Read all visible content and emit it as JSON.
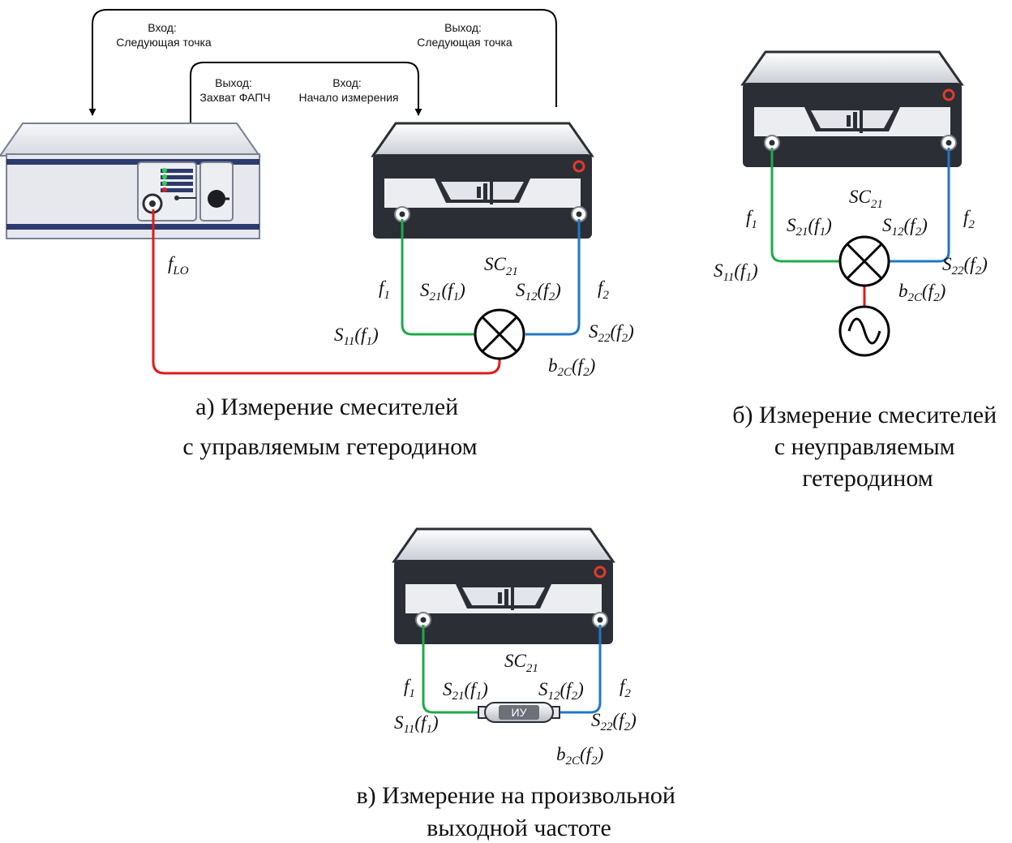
{
  "control_labels": {
    "in_next_point": [
      "Вход:",
      "Следующая точка"
    ],
    "out_next_point": [
      "Выход:",
      "Следующая точка"
    ],
    "out_pll_lock": [
      "Выход:",
      "Захват ФАПЧ"
    ],
    "in_measure_start": [
      "Вход:",
      "Начало измерения"
    ]
  },
  "signal_labels": {
    "f_lo": [
      "f",
      "LO"
    ],
    "sc21": [
      "SC",
      "21"
    ],
    "f1": [
      "f",
      "1"
    ],
    "f2": [
      "f",
      "2"
    ],
    "s21_f1": [
      "S",
      "21",
      "(f",
      "1",
      ")"
    ],
    "s12_f2": [
      "S",
      "12",
      "(f",
      "2",
      ")"
    ],
    "s11_f1": [
      "S",
      "11",
      "(f",
      "1",
      ")"
    ],
    "s22_f2": [
      "S",
      "22",
      "(f",
      "2",
      ")"
    ],
    "b2c_f2": [
      "b",
      "2C",
      "(f",
      "2",
      ")"
    ]
  },
  "dut_label": "ИУ",
  "captions": {
    "a": [
      "а) Измерение смесителей",
      "с управляемым гетеродином"
    ],
    "b": [
      "б) Измерение смесителей",
      "с неуправляемым",
      "гетеродином"
    ],
    "c": [
      "в) Измерение на произвольной",
      "выходной частоте"
    ]
  },
  "colors": {
    "port1_cable": "#1faa4b",
    "port2_cable": "#1f78c8",
    "lo_cable": "#e01b1b",
    "analyzer_body": "#2c2e35",
    "panel_light": "#eeeff2"
  },
  "icons": [
    "vector-network-analyzer",
    "lo-generator",
    "mixer-symbol",
    "sine-source-symbol",
    "dut-adapter"
  ]
}
